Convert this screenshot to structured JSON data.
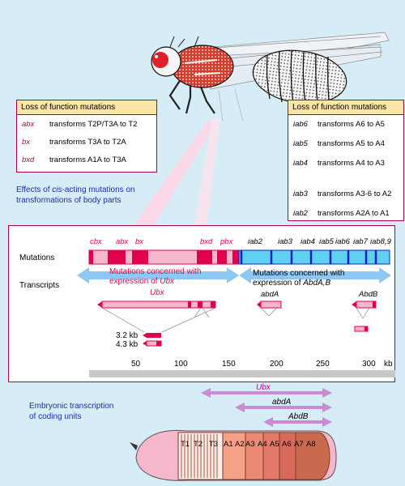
{
  "left_box": {
    "header": "Loss of function mutations",
    "rows": [
      {
        "code": "abx",
        "desc": "transforms T2P/T3A to T2"
      },
      {
        "code": "bx",
        "desc": "transforms T3A to T2A"
      },
      {
        "code": "bxd",
        "desc": "transforms A1A to T3A"
      }
    ]
  },
  "right_box": {
    "header": "Loss of function mutations",
    "rows": [
      {
        "code": "iab6",
        "desc": "transforms A6 to A5"
      },
      {
        "code": "iab5",
        "desc": "transforms A5 to A4"
      },
      {
        "code": "iab4",
        "desc": "transforms A4 to A3"
      },
      {
        "code": "iab3",
        "desc": "transforms A3-6 to A2"
      },
      {
        "code": "iab2",
        "desc": "transforms A2A to A1"
      }
    ]
  },
  "effects_caption_a": "Effects of ",
  "effects_caption_cis": "cis",
  "effects_caption_b": "-acting mutations on",
  "effects_caption_c": "transformations of body parts",
  "panel": {
    "mutations_label": "Mutations",
    "transcripts_label": "Transcripts",
    "mutation_names": [
      "cbx",
      "abx",
      "bx",
      "bxd",
      "pbx",
      "iab2",
      "iab3",
      "iab4",
      "iab5",
      "iab6",
      "iab7",
      "iab8,9"
    ],
    "arrow_left_line1": "Mutations concerned with",
    "arrow_left_line2a": "expression of ",
    "arrow_left_line2b": "Ubx",
    "arrow_right_line1": "Mutations concerned with",
    "arrow_right_line2a": "expression of ",
    "arrow_right_line2b": "AbdA,B",
    "transcript_ubx": "Ubx",
    "transcript_abda": "abdA",
    "transcript_abdb": "AbdB",
    "kb_32": "3.2 kb",
    "kb_43": "4.3 kb",
    "scale_ticks": [
      "50",
      "100",
      "150",
      "200",
      "250",
      "300"
    ],
    "scale_unit": "kb"
  },
  "embryo": {
    "caption_line1": "Embryonic transcription",
    "caption_line2": "of coding units",
    "ubx": "Ubx",
    "abda": "abdA",
    "abdb": "AbdB",
    "segments": [
      "T1",
      "T2",
      "T3",
      "A1",
      "A2",
      "A3",
      "A4",
      "A5",
      "A6",
      "A7",
      "A8"
    ]
  },
  "colors": {
    "background": "#d6ecf6",
    "magenta": "#e0004e",
    "pink": "#f6b6cc",
    "cyan": "#5ed2f0",
    "blue_mark": "#1020c8",
    "arrow_blue": "#8ec8f2",
    "arrow_purple": "#c98bd4"
  }
}
